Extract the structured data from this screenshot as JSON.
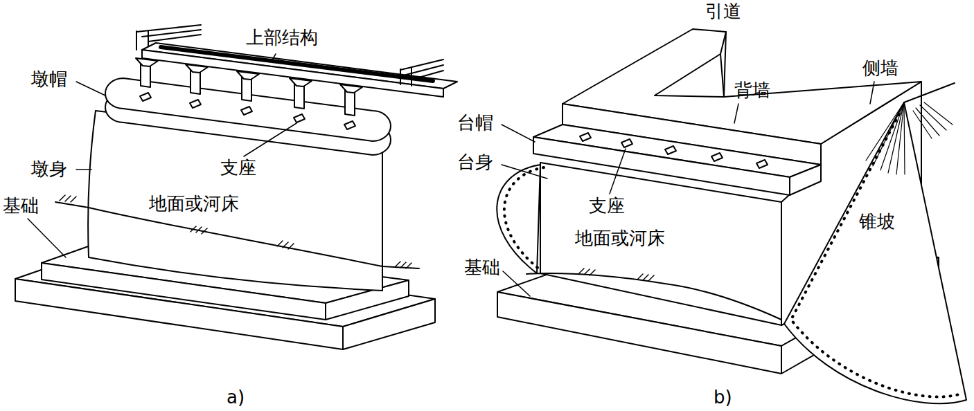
{
  "diagram": {
    "labels": [
      "上部结构",
      "墩帽",
      "墩身",
      "支座",
      "基础",
      "地面或河床",
      "a)",
      "引道",
      "背墙",
      "侧墙",
      "台帽",
      "台身",
      "支座",
      "地面或河床",
      "基础",
      "锥坡",
      "b)"
    ]
  }
}
